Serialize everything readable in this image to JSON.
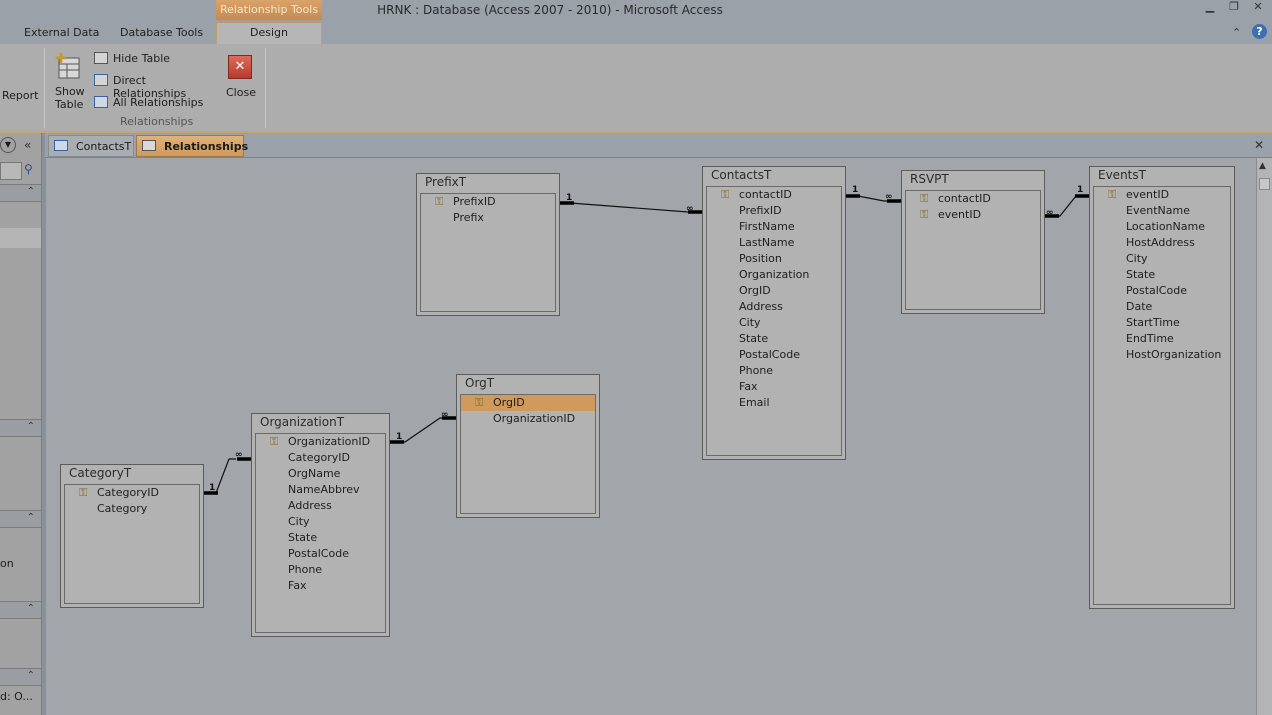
{
  "window": {
    "title": "HRNK : Database (Access 2007 - 2010)  -  Microsoft Access",
    "context_tab_group": "Relationship Tools"
  },
  "ribbon_tabs": {
    "external_data": "External Data",
    "database_tools": "Database Tools",
    "design": "Design"
  },
  "ribbon": {
    "report_label": "Report",
    "show_table_line1": "Show",
    "show_table_line2": "Table",
    "hide_table": "Hide Table",
    "direct_relationships": "Direct Relationships",
    "all_relationships": "All Relationships",
    "close": "Close",
    "group_label": "Relationships"
  },
  "nav": {
    "partial_text_1": "on",
    "partial_text_2": "d: O..."
  },
  "doc_tabs": {
    "contacts": "ContactsT",
    "relationships": "Relationships"
  },
  "tables": {
    "prefix": {
      "name": "PrefixT",
      "fields": [
        "PrefixID",
        "Prefix"
      ]
    },
    "contacts": {
      "name": "ContactsT",
      "fields": [
        "contactID",
        "PrefixID",
        "FirstName",
        "LastName",
        "Position",
        "Organization",
        "OrgID",
        "Address",
        "City",
        "State",
        "PostalCode",
        "Phone",
        "Fax",
        "Email"
      ]
    },
    "rsvp": {
      "name": "RSVPT",
      "fields": [
        "contactID",
        "eventID"
      ]
    },
    "events": {
      "name": "EventsT",
      "fields": [
        "eventID",
        "EventName",
        "LocationName",
        "HostAddress",
        "City",
        "State",
        "PostalCode",
        "Date",
        "StartTime",
        "EndTime",
        "HostOrganization"
      ]
    },
    "org": {
      "name": "OrgT",
      "fields": [
        "OrgID",
        "OrganizationID"
      ]
    },
    "organization": {
      "name": "OrganizationT",
      "fields": [
        "OrganizationID",
        "CategoryID",
        "OrgName",
        "NameAbbrev",
        "Address",
        "City",
        "State",
        "PostalCode",
        "Phone",
        "Fax"
      ]
    },
    "category": {
      "name": "CategoryT",
      "fields": [
        "CategoryID",
        "Category"
      ]
    }
  },
  "cardinality": {
    "one": "1",
    "many": "∞"
  }
}
